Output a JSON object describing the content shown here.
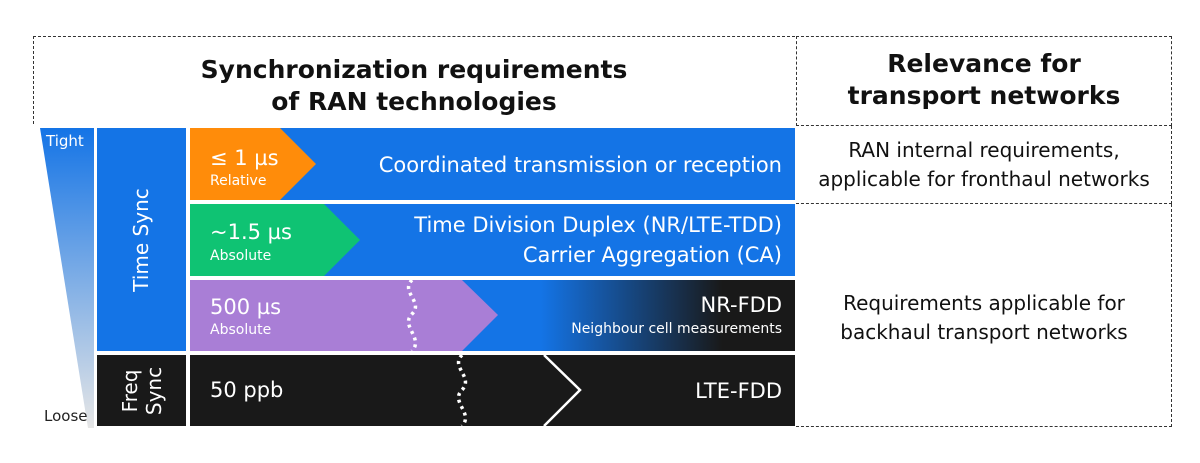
{
  "header": {
    "left_title": [
      "Synchronization requirements",
      "of RAN technologies"
    ],
    "right_title": [
      "Relevance for",
      "transport networks"
    ]
  },
  "scale": {
    "top": "Tight",
    "bottom": "Loose"
  },
  "categories": {
    "time_sync": "Time Sync",
    "freq_sync": [
      "Freq",
      "Sync"
    ]
  },
  "rows": [
    {
      "value": "≤ 1 µs",
      "type": "Relative",
      "tech": [
        "Coordinated transmission or reception"
      ],
      "color": "#ff8c0a"
    },
    {
      "value": "~1.5 µs",
      "type": "Absolute",
      "tech": [
        "Time Division Duplex (NR/LTE-TDD)",
        "Carrier Aggregation (CA)"
      ],
      "color": "#0fc373"
    },
    {
      "value": "500 µs",
      "type": "Absolute",
      "tech": [
        "NR-FDD"
      ],
      "subtech": "Neighbour cell measurements",
      "color": "#a97ed6"
    },
    {
      "value": "50 ppb",
      "type": "",
      "tech": [
        "LTE-FDD"
      ],
      "color": "#191919"
    }
  ],
  "relevance": {
    "fronthaul": [
      "RAN internal requirements,",
      "applicable for fronthaul networks"
    ],
    "backhaul": [
      "Requirements applicable for",
      "backhaul transport networks"
    ]
  },
  "colors": {
    "blue": "#1474e6",
    "orange": "#ff8c0a",
    "green": "#0fc373",
    "purple": "#a97ed6",
    "black": "#191919"
  }
}
